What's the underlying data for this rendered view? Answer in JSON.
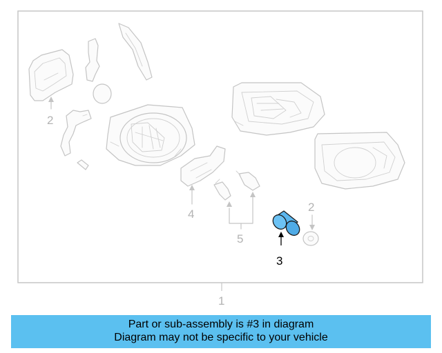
{
  "diagram": {
    "callouts": {
      "assembly": "1",
      "left_trim": "2",
      "right_trim": "2",
      "bulb_socket": "3",
      "left_bracket": "4",
      "bulbs": "5"
    },
    "highlight_color": "#5bb6ee"
  },
  "banner": {
    "line1": "Part or sub-assembly is #3 in diagram",
    "line2": "Diagram may not be specific to your vehicle",
    "background": "#5bc0f0"
  }
}
